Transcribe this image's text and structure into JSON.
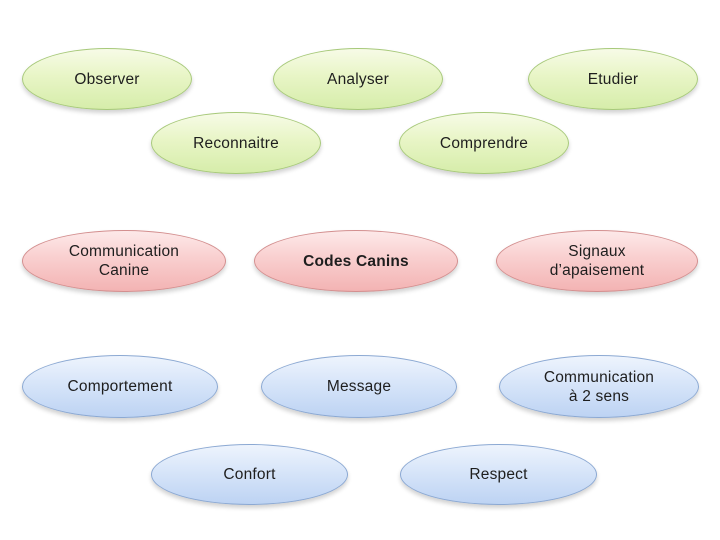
{
  "diagram": {
    "theme_colors": {
      "group_actions": "#d6edaa",
      "group_core": "#f3b3b3",
      "group_values": "#bdd3f3"
    },
    "groups": [
      {
        "name": "actions",
        "color": "green",
        "nodes": [
          {
            "label": "Observer"
          },
          {
            "label": "Analyser"
          },
          {
            "label": "Etudier"
          },
          {
            "label": "Reconnaitre"
          },
          {
            "label": "Comprendre"
          }
        ]
      },
      {
        "name": "core",
        "color": "pink",
        "nodes": [
          {
            "label": "Communication\nCanine"
          },
          {
            "label": "Codes Canins",
            "emphasis": "bold"
          },
          {
            "label": "Signaux\nd’apaisement"
          }
        ]
      },
      {
        "name": "values",
        "color": "blue",
        "nodes": [
          {
            "label": "Comportement"
          },
          {
            "label": "Message"
          },
          {
            "label": "Communication\nà 2 sens"
          },
          {
            "label": "Confort"
          },
          {
            "label": "Respect"
          }
        ]
      }
    ]
  }
}
